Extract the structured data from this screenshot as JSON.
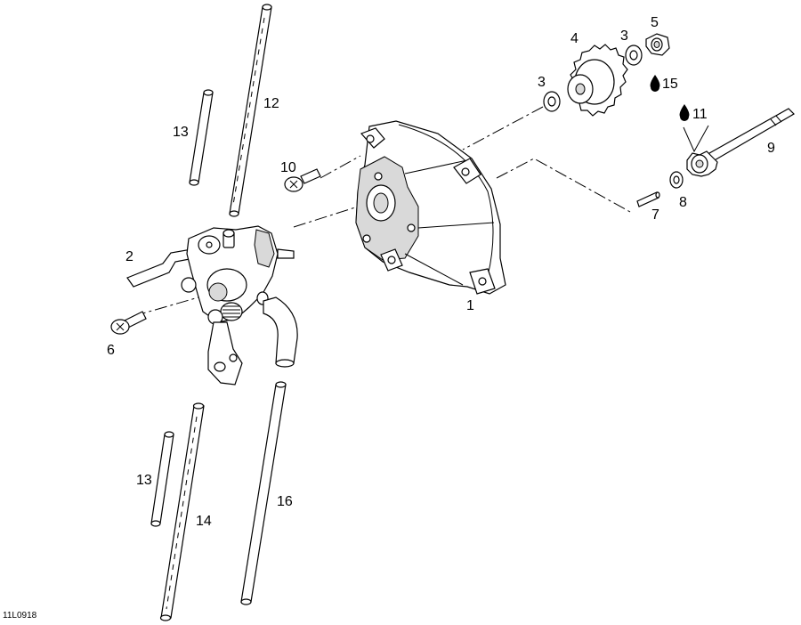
{
  "diagram_ref": "11L0918",
  "colors": {
    "ink": "#000000",
    "background": "#ffffff",
    "shade": "#d9d9d9"
  },
  "callouts": {
    "c1": "1",
    "c2": "2",
    "c3a": "3",
    "c3b": "3",
    "c4": "4",
    "c5": "5",
    "c6": "6",
    "c7": "7",
    "c8": "8",
    "c9": "9",
    "c10": "10",
    "c11": "11",
    "c12": "12",
    "c13a": "13",
    "c13b": "13",
    "c14": "14",
    "c15": "15",
    "c16": "16"
  },
  "icons": {
    "lubricant": "oil-drop-icon"
  }
}
